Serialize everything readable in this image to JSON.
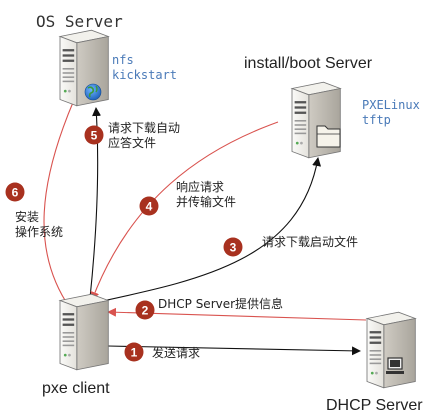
{
  "nodes": {
    "os_server": {
      "title": "OS Server",
      "services": [
        "nfs",
        "kickstart"
      ]
    },
    "install_server": {
      "title": "install/boot Server",
      "services": [
        "PXELinux",
        "tftp"
      ]
    },
    "pxe_client": {
      "title": "pxe client"
    },
    "dhcp_server": {
      "title": "DHCP Server"
    }
  },
  "steps": [
    {
      "num": "1",
      "text": "发送请求"
    },
    {
      "num": "2",
      "text": "DHCP Server提供信息"
    },
    {
      "num": "3",
      "text": "请求下载启动文件"
    },
    {
      "num": "4",
      "text_lines": [
        "响应请求",
        "并传输文件"
      ]
    },
    {
      "num": "5",
      "text_lines": [
        "请求下载自动",
        "应答文件"
      ]
    },
    {
      "num": "6",
      "text_lines": [
        "安装",
        "操作系统"
      ]
    }
  ],
  "colors": {
    "badge": "#a8311f",
    "arrow_red": "#d9534f",
    "arrow_black": "#111111",
    "service_text": "#4a7ab8"
  },
  "icons": {
    "server": "server-tower-icon",
    "globe": "globe-icon",
    "folder": "folder-icon",
    "computer": "computer-icon"
  }
}
